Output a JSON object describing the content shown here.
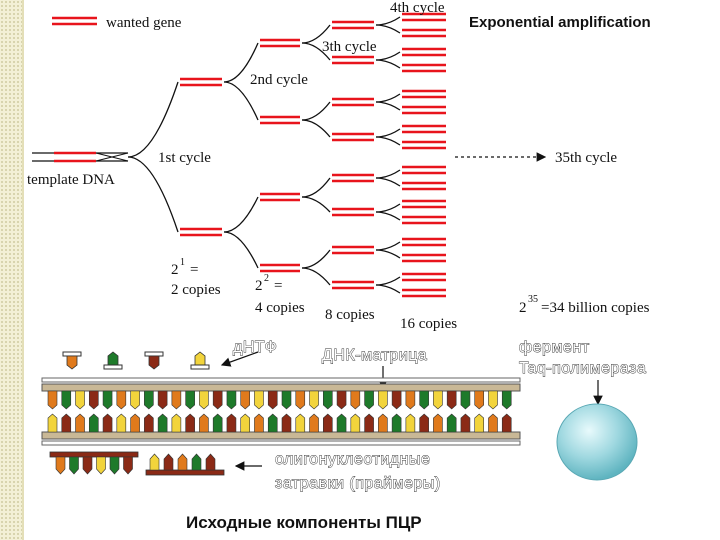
{
  "legend": {
    "label": "wanted gene"
  },
  "title": "Exponential amplification",
  "template_label": "template DNA",
  "cycles": {
    "c1": "1st cycle",
    "c2": "2nd cycle",
    "c3": "3th cycle",
    "c4": "4th cycle",
    "c35": "35th cycle"
  },
  "copies": {
    "c1_base": "2",
    "c1_exp": "1",
    "c1_eq": "=",
    "c1_label": "2 copies",
    "c2_base": "2",
    "c2_exp": "2",
    "c2_eq": "=",
    "c2_label": "4 copies",
    "c3_label": "8 copies",
    "c4_label": "16 copies",
    "c35_base": "2",
    "c35_exp": "35",
    "c35_label": "=34 billion copies"
  },
  "components": {
    "dntp": "дНТФ",
    "template": "ДНК-матрица",
    "enzyme_line1": "фермент",
    "enzyme_line2": "Taq-полимераза",
    "primers_line1": "олигонуклеотидные",
    "primers_line2": "затравки (праймеры)",
    "caption": "Исходные компоненты ПЦР"
  },
  "colors": {
    "gene_red": "#e8141c",
    "strand_tan": "#c9b896",
    "orange": "#e07a1c",
    "green": "#1e7a2a",
    "yellow": "#f2d43c",
    "brown": "#8b2a16",
    "sphere": "#9fd8e0"
  }
}
